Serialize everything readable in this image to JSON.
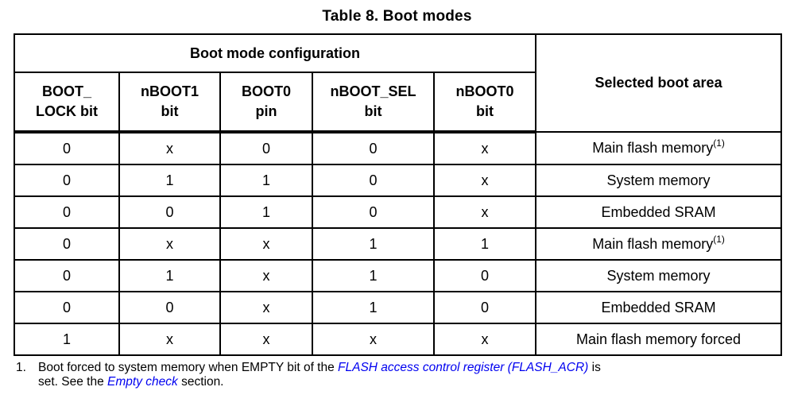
{
  "title": "Table 8. Boot modes",
  "table": {
    "group_header": "Boot mode configuration",
    "area_header": "Selected boot area",
    "columns": [
      {
        "line1": "BOOT_",
        "line2": "LOCK bit"
      },
      {
        "line1": "nBOOT1",
        "line2": "bit"
      },
      {
        "line1": "BOOT0",
        "line2": "pin"
      },
      {
        "line1": "nBOOT_SEL",
        "line2": "bit"
      },
      {
        "line1": "nBOOT0",
        "line2": "bit"
      }
    ],
    "rows": [
      {
        "bits": [
          "0",
          "x",
          "0",
          "0",
          "x"
        ],
        "area": "Main flash memory",
        "note": "(1)"
      },
      {
        "bits": [
          "0",
          "1",
          "1",
          "0",
          "x"
        ],
        "area": "System memory",
        "note": ""
      },
      {
        "bits": [
          "0",
          "0",
          "1",
          "0",
          "x"
        ],
        "area": "Embedded SRAM",
        "note": ""
      },
      {
        "bits": [
          "0",
          "x",
          "x",
          "1",
          "1"
        ],
        "area": "Main flash memory",
        "note": "(1)"
      },
      {
        "bits": [
          "0",
          "1",
          "x",
          "1",
          "0"
        ],
        "area": "System memory",
        "note": ""
      },
      {
        "bits": [
          "0",
          "0",
          "x",
          "1",
          "0"
        ],
        "area": "Embedded SRAM",
        "note": ""
      },
      {
        "bits": [
          "1",
          "x",
          "x",
          "x",
          "x"
        ],
        "area": "Main flash memory forced",
        "note": ""
      }
    ]
  },
  "footnote": {
    "number": "1.",
    "line1": {
      "text_before": "Boot forced to system memory when EMPTY bit of the ",
      "link": "FLASH access control register (FLASH_ACR)",
      "text_after": " is"
    },
    "line2": {
      "text_before": "set. See the ",
      "link": "Empty check",
      "text_after": " section."
    }
  },
  "colors": {
    "link_blue": "#0000F0",
    "border_black": "#000000"
  }
}
